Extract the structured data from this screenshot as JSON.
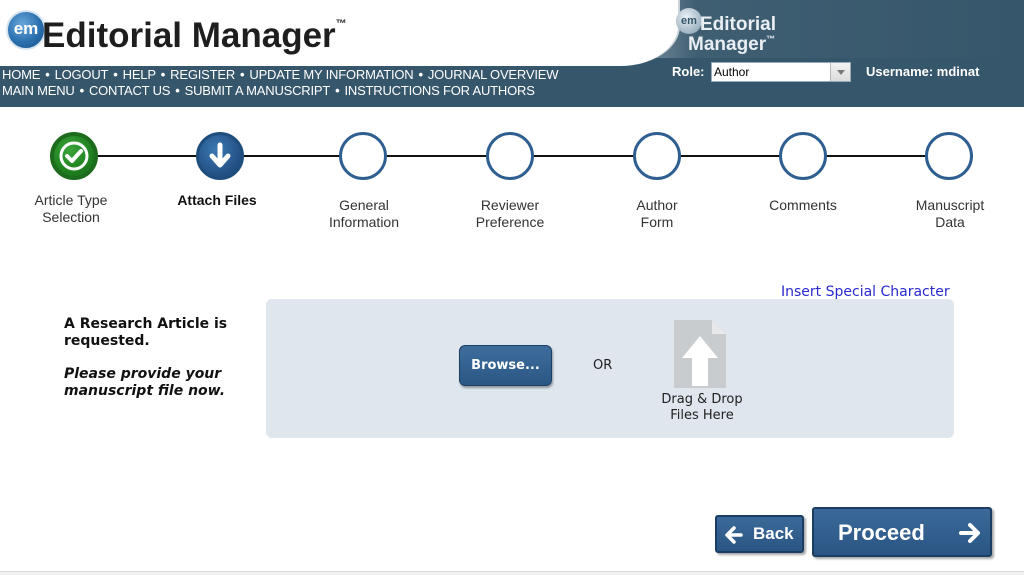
{
  "header": {
    "logo_badge": "em",
    "logo_title": "Editorial Manager",
    "logo_tm": "™",
    "right_logo_badge": "em",
    "right_logo_line1": "Editorial",
    "right_logo_line2": "Manager",
    "nav_row1": [
      "HOME",
      "LOGOUT",
      "HELP",
      "REGISTER",
      "UPDATE MY INFORMATION",
      "JOURNAL OVERVIEW"
    ],
    "nav_row2": [
      "MAIN MENU",
      "CONTACT US",
      "SUBMIT A MANUSCRIPT",
      "INSTRUCTIONS FOR AUTHORS"
    ],
    "role_label": "Role:",
    "role_value": "Author",
    "username_label": "Username: mdinat"
  },
  "steps": [
    {
      "line1": "Article Type",
      "line2": "Selection",
      "state": "done"
    },
    {
      "line1": "Attach Files",
      "line2": "",
      "state": "current"
    },
    {
      "line1": "General",
      "line2": "Information",
      "state": "todo"
    },
    {
      "line1": "Reviewer",
      "line2": "Preference",
      "state": "todo"
    },
    {
      "line1": "Author",
      "line2": "Form",
      "state": "todo"
    },
    {
      "line1": "Comments",
      "line2": "",
      "state": "todo"
    },
    {
      "line1": "Manuscript",
      "line2": "Data",
      "state": "todo"
    }
  ],
  "content": {
    "insert_special_character": "Insert Special Character",
    "request_line1": "A Research Article is",
    "request_line2": "requested.",
    "prompt_line1": "Please provide your",
    "prompt_line2": "manuscript file now.",
    "browse_label": "Browse...",
    "or_label": "OR",
    "drop_line1": "Drag & Drop",
    "drop_line2": "Files Here"
  },
  "footer": {
    "back_label": "Back",
    "proceed_label": "Proceed"
  },
  "colors": {
    "header_dark": "#36566b",
    "button_blue": "#2f5e8e",
    "step_done": "#1b7a1b",
    "link_blue": "#2a2ad0",
    "upload_bg": "#dfe6ee"
  },
  "icons": {
    "done_step": "checkmark-icon",
    "current_step": "arrow-down-icon",
    "drop_zone": "file-upload-icon",
    "back": "arrow-left-icon",
    "proceed": "arrow-right-icon"
  }
}
